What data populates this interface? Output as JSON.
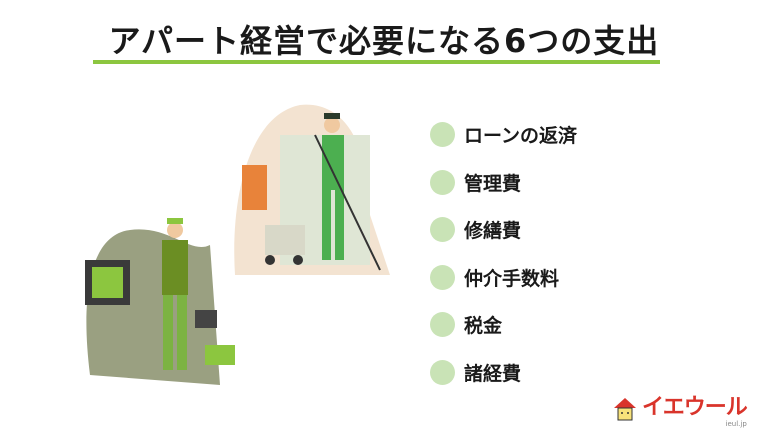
{
  "title": "アパート経営で必要になる6つの支出",
  "items": [
    {
      "label": "ローンの返済"
    },
    {
      "label": "管理費"
    },
    {
      "label": "修繕費"
    },
    {
      "label": "仲介手数料"
    },
    {
      "label": "税金"
    },
    {
      "label": "諸経費"
    }
  ],
  "logo": {
    "text": "イエウール",
    "sub": "ieul.jp"
  },
  "colors": {
    "accent": "#8cc63f",
    "dot": "#c9e3b6",
    "logo": "#d9342b"
  }
}
